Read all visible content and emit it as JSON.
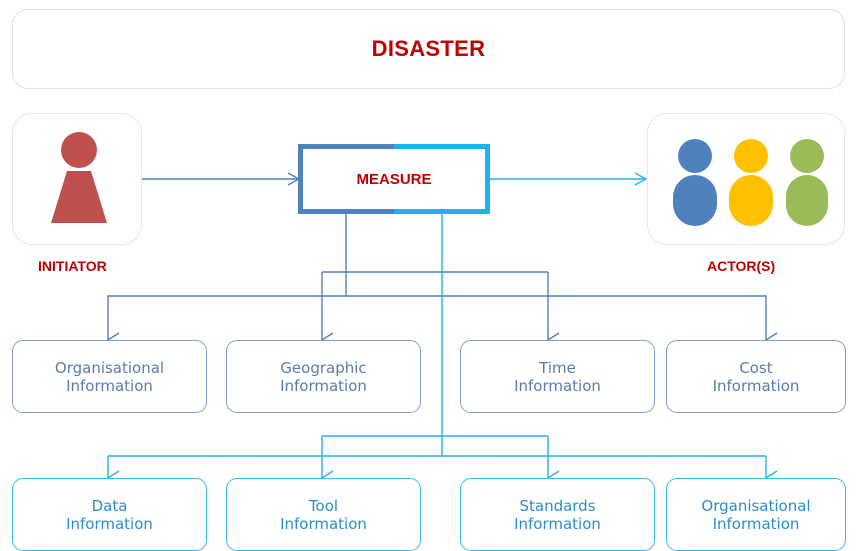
{
  "title": "DISASTER",
  "measure": "MEASURE",
  "initiator_label": "INITIATOR",
  "actors_label": "ACTOR(S)",
  "row1": [
    {
      "line1": "Organisational",
      "line2": "Information"
    },
    {
      "line1": "Geographic",
      "line2": "Information"
    },
    {
      "line1": "Time",
      "line2": "Information"
    },
    {
      "line1": "Cost",
      "line2": "Information"
    }
  ],
  "row2": [
    {
      "line1": "Data",
      "line2": "Information"
    },
    {
      "line1": "Tool",
      "line2": "Information"
    },
    {
      "line1": "Standards",
      "line2": "Information"
    },
    {
      "line1": "Organisational",
      "line2": "Information"
    }
  ],
  "colors": {
    "red": "#c00000",
    "dark_blue": "#4f81bd",
    "light_blue": "#1eb4ea",
    "initiator": "#c0504d",
    "actor_blue": "#4f81bd",
    "actor_yellow": "#ffc000",
    "actor_green": "#9bbb59"
  },
  "icons": [
    "person-icon",
    "group-of-people-icon"
  ]
}
